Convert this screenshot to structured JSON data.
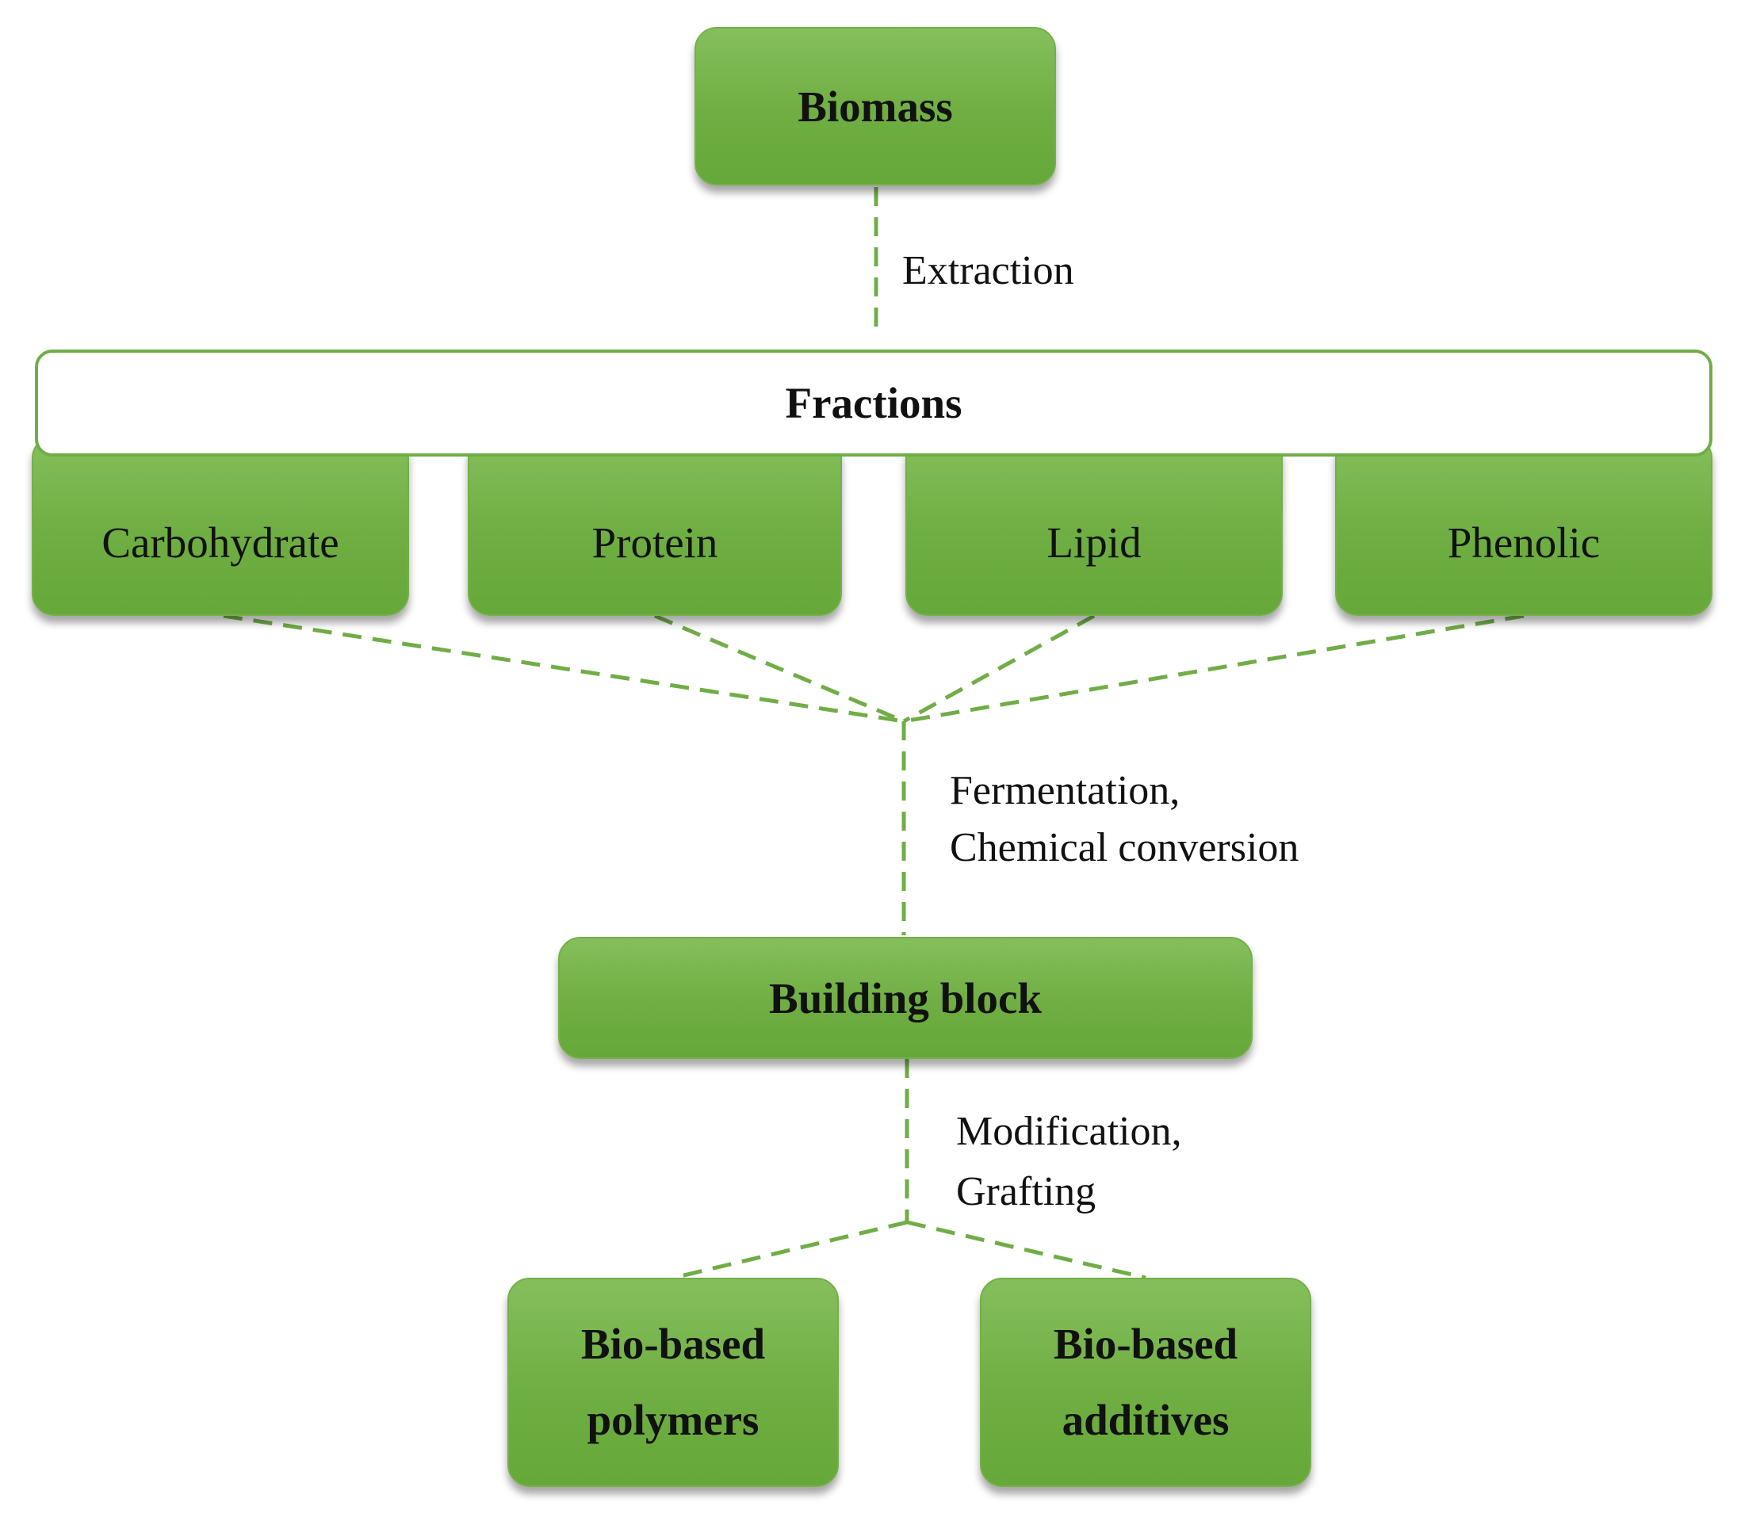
{
  "nodes": {
    "biomass": "Biomass",
    "fractions": "Fractions",
    "carbohydrate": "Carbohydrate",
    "protein": "Protein",
    "lipid": "Lipid",
    "phenolic": "Phenolic",
    "building_block": "Building block",
    "polymers": [
      "Bio-based",
      "polymers"
    ],
    "additives": [
      "Bio-based",
      "additives"
    ]
  },
  "edges": {
    "extraction": "Extraction",
    "conversion": [
      "Fermentation,",
      "Chemical conversion"
    ],
    "modification": [
      "Modification,",
      "Grafting"
    ]
  },
  "colors": {
    "node_fill": "#70ad47",
    "connector": "#70ad47",
    "text": "#111111"
  }
}
